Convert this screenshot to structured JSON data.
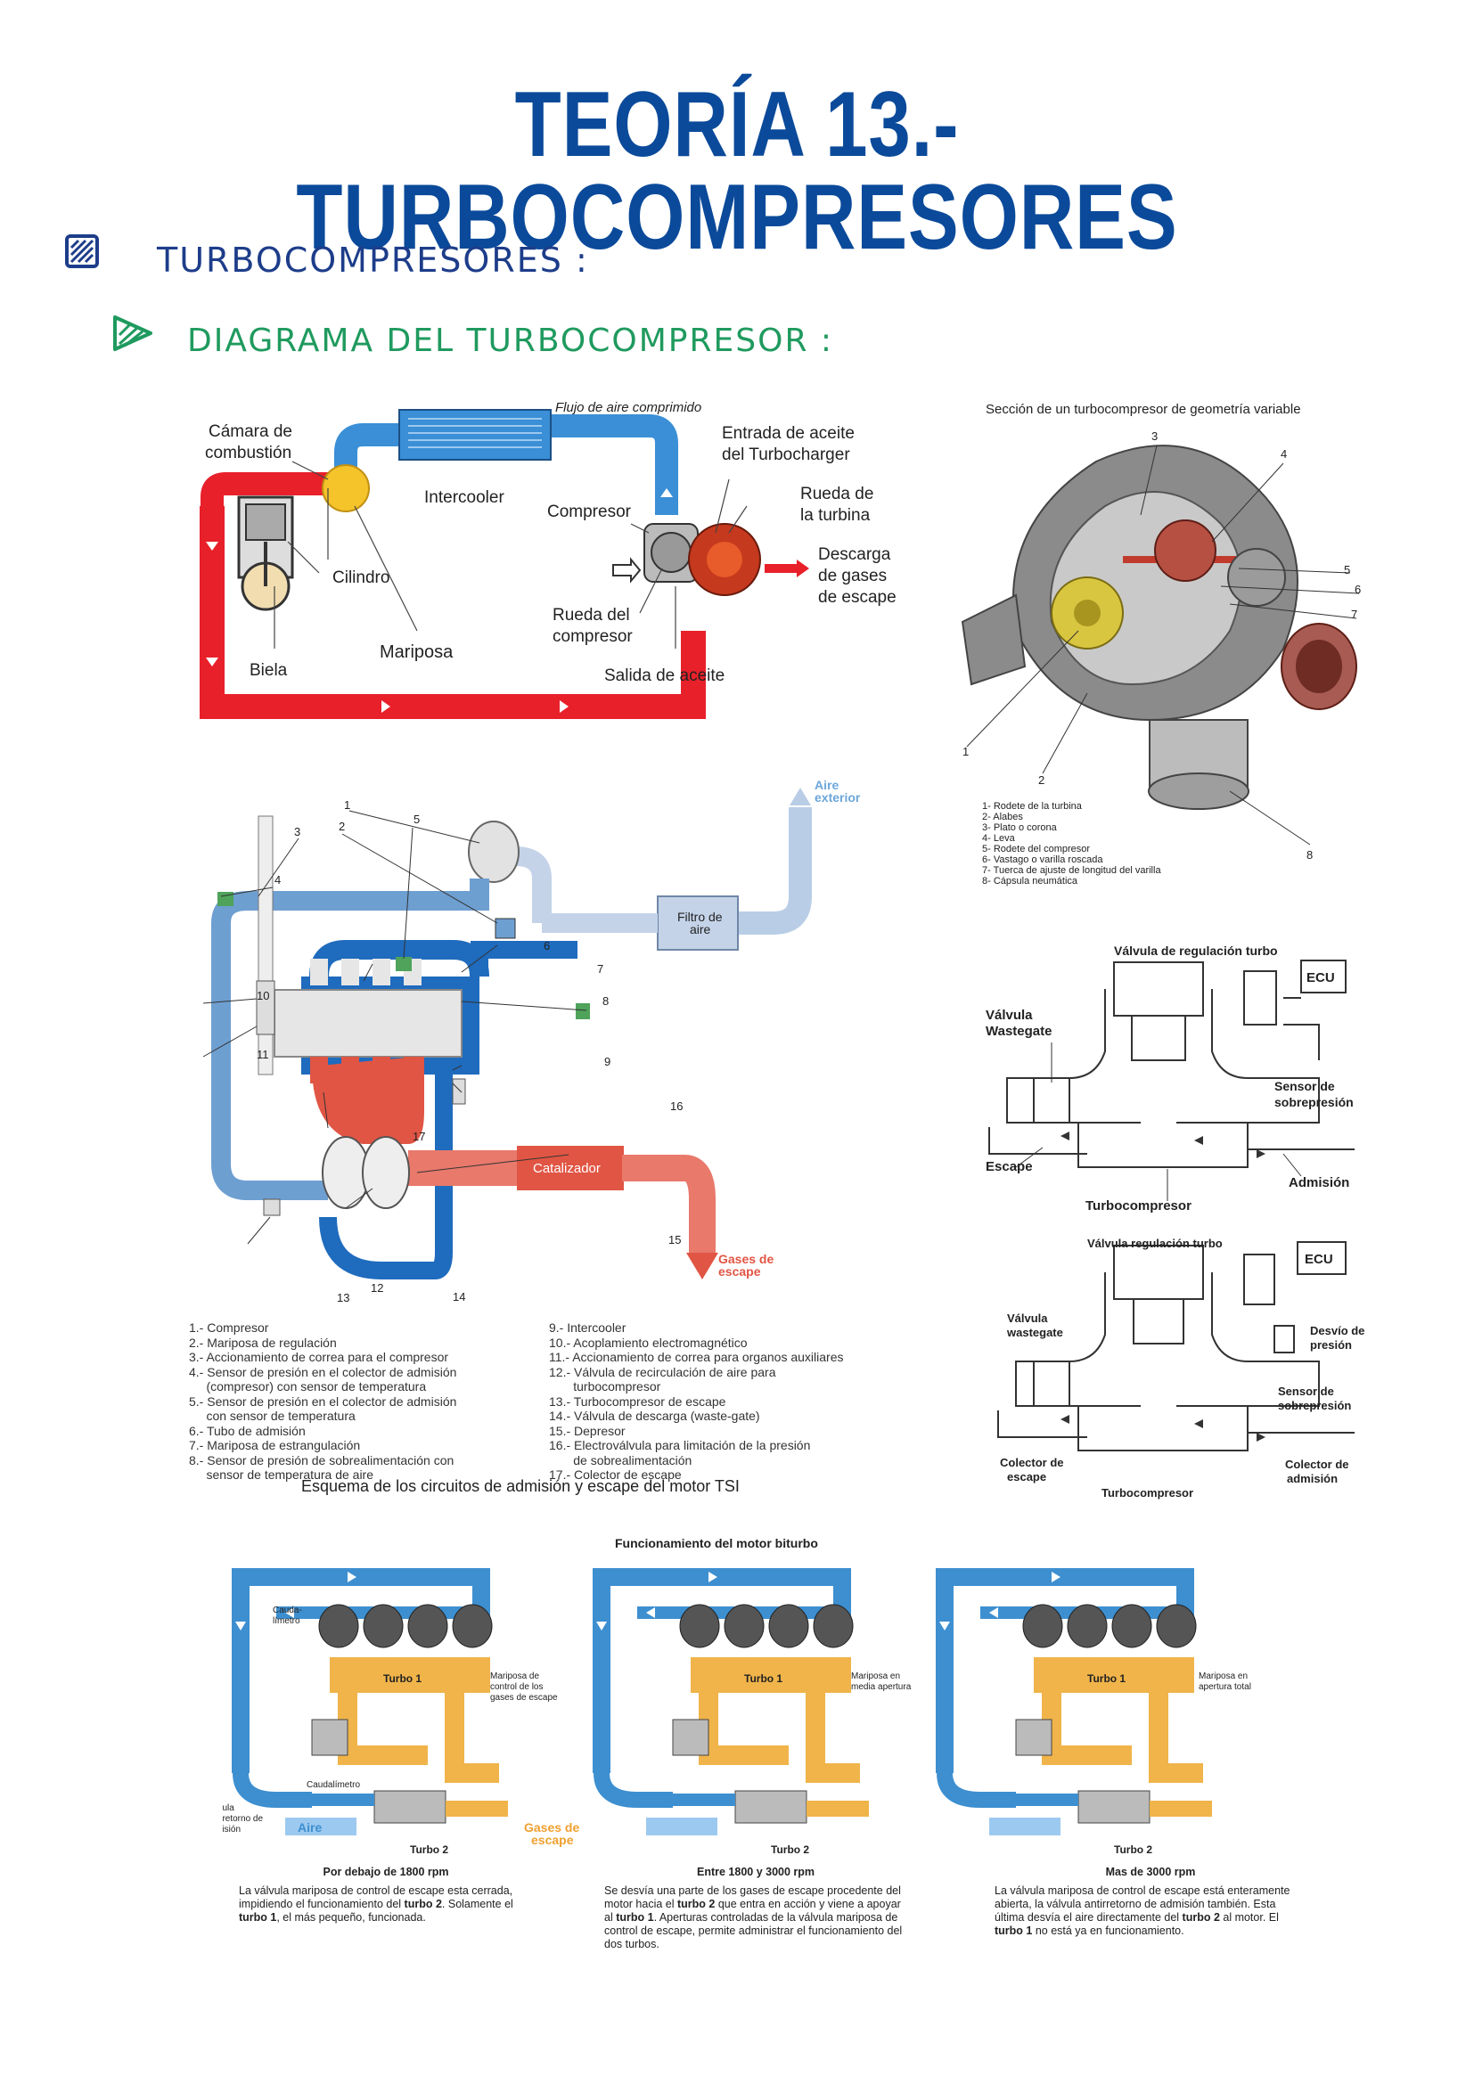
{
  "title": "TEORÍA 13.- TURBOCOMPRESORES",
  "heading1": "TURBOCOMPRESORES :",
  "heading2": "DIAGRAMA DEL TURBOCOMPRESOR :",
  "fig1": {
    "labels": {
      "camara": "Cámara de",
      "camara2": "combustión",
      "flujo": "Flujo de aire comprimido",
      "entrada": "Entrada de aceite",
      "entrada2": "del Turbocharger",
      "intercooler": "Intercooler",
      "compresor": "Compresor",
      "rueda_turbina": "Rueda de",
      "rueda_turbina2": "la turbina",
      "descarga": "Descarga",
      "descarga2": "de gases",
      "descarga3": "de escape",
      "cilindro": "Cilindro",
      "rueda_comp": "Rueda del",
      "rueda_comp2": "compresor",
      "mariposa": "Mariposa",
      "biela": "Biela",
      "salida": "Salida de aceite"
    }
  },
  "fig2": {
    "title": "Sección de un turbocompresor de geometría variable",
    "numbers": [
      "1",
      "2",
      "3",
      "4",
      "5",
      "6",
      "7",
      "8"
    ],
    "legend": [
      "1- Rodete de la turbina",
      "2- Alabes",
      "3- Plato o corona",
      "4- Leva",
      "5- Rodete del compresor",
      "6- Vastago o varilla roscada",
      "7- Tuerca de ajuste de longitud del varilla",
      "8- Cápsula neumática"
    ]
  },
  "fig3": {
    "aire_exterior": "Aire",
    "aire_exterior2": "exterior",
    "filtro": "Filtro de",
    "filtro2": "aire",
    "catalizador": "Catalizador",
    "gases": "Gases de",
    "gases2": "escape",
    "numbers": [
      "1",
      "2",
      "3",
      "4",
      "5",
      "6",
      "7",
      "8",
      "9",
      "10",
      "11",
      "12",
      "13",
      "14",
      "15",
      "16",
      "17"
    ],
    "legend_left": "1.- Compresor\n2.- Mariposa de regulación\n3.- Accionamiento de correa para el compresor\n4.- Sensor de presión en el colector de admisión\n     (compresor) con sensor de temperatura\n5.- Sensor de presión en el colector de admisión\n     con sensor de temperatura\n6.- Tubo de admisión\n7.- Mariposa de estrangulación\n8.- Sensor de presión de sobrealimentación con\n     sensor de temperatura de aire",
    "legend_right": "9.- Intercooler\n10.- Acoplamiento electromagnético\n11.- Accionamiento de correa para organos auxiliares\n12.- Válvula de recirculación de aire para\n       turbocompresor\n13.- Turbocompresor de escape\n14.- Válvula de descarga (waste-gate)\n15.- Depresor\n16.- Electroválvula para limitación de la presión\n       de sobrealimentación\n17.- Colector de escape",
    "caption": "Esquema de los circuitos de admisión y escape del motor TSI"
  },
  "fig4": {
    "valvula_reg": "Válvula de regulación turbo",
    "ecu": "ECU",
    "wastegate": "Válvula",
    "wastegate2": "Wastegate",
    "sensor": "Sensor de",
    "sensor2": "sobrepresión",
    "escape": "Escape",
    "admision": "Admisión",
    "turbo": "Turbocompresor"
  },
  "fig5": {
    "valvula_reg": "Válvula regulación turbo",
    "ecu": "ECU",
    "wastegate": "Válvula",
    "wastegate2": "wastegate",
    "desvio": "Desvío de",
    "desvio2": "presión",
    "sensor": "Sensor de",
    "sensor2": "sobrepresión",
    "colector_esc": "Colector de",
    "colector_esc2": "escape",
    "colector_adm": "Colector de",
    "colector_adm2": "admisión",
    "turbo": "Turbocompresor"
  },
  "fig6": {
    "title": "Funcionamiento del motor biturbo",
    "labels": {
      "caudalimetro": "Cauda-",
      "caudalimetro_b": "límetro",
      "turbo1": "Turbo 1",
      "turbo2": "Turbo 2",
      "mariposa1": "Mariposa de",
      "mariposa1b": "control de los",
      "mariposa1c": "gases de escape",
      "mariposa2": "Mariposa en",
      "mariposa2b": "media apertura",
      "mariposa3": "Mariposa en",
      "mariposa3b": "apertura total",
      "valvula": "Válvula",
      "valvula2": "antirretorno de",
      "valvula3": "admisión",
      "caudalimetro2": "Caudalímetro",
      "aire": "Aire",
      "gases": "Gases de",
      "gases2": "escape"
    },
    "panels": [
      {
        "heading": "Por debajo de 1800 rpm",
        "text_a": "La válvula mariposa de control de escape esta cerrada, impidiendo el funcionamiento del ",
        "bold_a": "turbo 2",
        "text_b": ". Solamente el ",
        "bold_b": "turbo 1",
        "text_c": ", el más pequeño, funcionada."
      },
      {
        "heading": "Entre 1800 y 3000 rpm",
        "text_a": "Se desvía una parte de los gases de escape procedente del motor hacia el ",
        "bold_a": "turbo 2",
        "text_b": " que entra en acción y viene a apoyar al ",
        "bold_b": "turbo 1",
        "text_c": ". Aperturas controladas de la válvula mariposa de control de escape, permite administrar el funcionamiento del dos turbos."
      },
      {
        "heading": "Mas de 3000 rpm",
        "text_a": "La válvula mariposa de control de escape está enteramente abierta, la válvula antirretorno de admisión también. Esta última desvía el aire directamente del ",
        "bold_a": "turbo 2",
        "text_b": " al motor. El ",
        "bold_b": "turbo 1",
        "text_c": " no está ya en funcionamiento."
      }
    ]
  }
}
